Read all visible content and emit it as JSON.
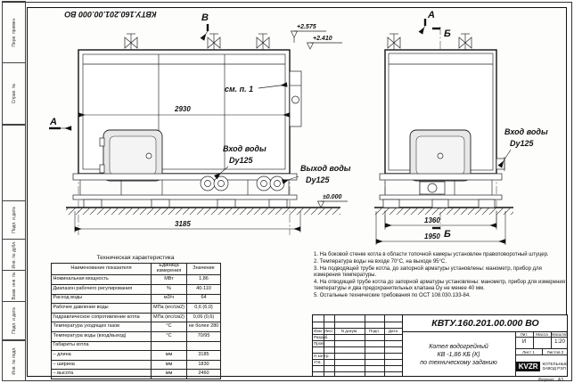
{
  "sheet": {
    "top_doc_number": "КВТУ.160.201.00.000 ВО",
    "format_label": "Формат",
    "format_value": "А3",
    "margin_labels": [
      "Перв. примен.",
      "Справ. №",
      "Подп. и дата",
      "Инв. № дубл.",
      "Взам. инв. №",
      "Подп. и дата",
      "Инв. № подл."
    ]
  },
  "drawing": {
    "view_marks": {
      "v": "В",
      "a_left": "А",
      "a_top": "А",
      "b_top": "Б",
      "b_bottom": "Б"
    },
    "elevations": {
      "e1": "+2.575",
      "e2": "+2.410",
      "e0": "±0.000"
    },
    "callouts": {
      "see_item": "см. п. 1",
      "inlet_front_line1": "Вход воды",
      "inlet_front_line2": "Dy125",
      "outlet_front_line1": "Выход воды",
      "outlet_front_line2": "Dy125",
      "inlet_side_line1": "Вход воды",
      "inlet_side_line2": "Dy125"
    },
    "dims": {
      "front_body_width": "2930",
      "front_overall": "3185",
      "side_body_width": "1360",
      "side_overall": "1950"
    }
  },
  "spec_table": {
    "title": "Техническая характеристика",
    "headers": [
      "Наименование показателя",
      "Единица измерения",
      "Значение"
    ],
    "rows": [
      [
        "Номинальная мощность",
        "МВт",
        "1,86"
      ],
      [
        "Диапазон рабочего регулирования",
        "%",
        "40-110"
      ],
      [
        "Расход воды",
        "м3/ч",
        "64"
      ],
      [
        "Рабочее давление воды",
        "МПа (кгс/см2)",
        "0,6 (6,0)"
      ],
      [
        "Гидравлическое сопротивление котла",
        "МПа (кгс/см2)",
        "0,06 (0,6)"
      ],
      [
        "Температура уходящих газов",
        "°С",
        "не более 280"
      ],
      [
        "Температура воды (вход/выход)",
        "°С",
        "70/95"
      ],
      [
        "Габариты котла",
        "",
        ""
      ],
      [
        "– длина",
        "мм",
        "3185"
      ],
      [
        "– ширина",
        "мм",
        "1830"
      ],
      [
        "– высота",
        "мм",
        "2460"
      ]
    ]
  },
  "notes": {
    "items": [
      "1. На боковой стенке котла в области топочной камеры установлен правоповоротный штуцер.",
      "2. Температура воды на входе 70°С, на выходе 95°С.",
      "3. На подводящей трубе котла, до запорной арматуры установлены: манометр, прибор для измерения температуры.",
      "4. На отводящей трубе котла до запорной арматуры установлены: манометр, прибор для измерения температуры и два предохранительных клапана Dy не менее 40 мм.",
      "5. Остальные технические требования по ОСТ 108.030.133-84."
    ]
  },
  "title_block": {
    "doc_number": "КВТУ.160.201.00.000 ВО",
    "product": {
      "line1": "Котел водогрейный",
      "line2": "КВ -1,86 КБ (К)",
      "line3": "по техническому заданию"
    },
    "header_row": [
      "Изм.",
      "Лист",
      "N докум.",
      "Подп.",
      "Дата"
    ],
    "sign_rows": [
      "Разраб.",
      "Пров.",
      "Н.контр.",
      "Утв."
    ],
    "lit_label": "Лит.",
    "mass_label": "Масса",
    "scale_label": "Масштаб",
    "lit_value": "И",
    "mass_value": "",
    "scale_value": "1:20",
    "sheet_info": "Лист 1",
    "sheets_info": "Листов 2",
    "company": {
      "logo": "KVZR",
      "line1": "КОТЕЛЬНЫЙ",
      "line2": "ЗАВОД РЭП"
    }
  }
}
